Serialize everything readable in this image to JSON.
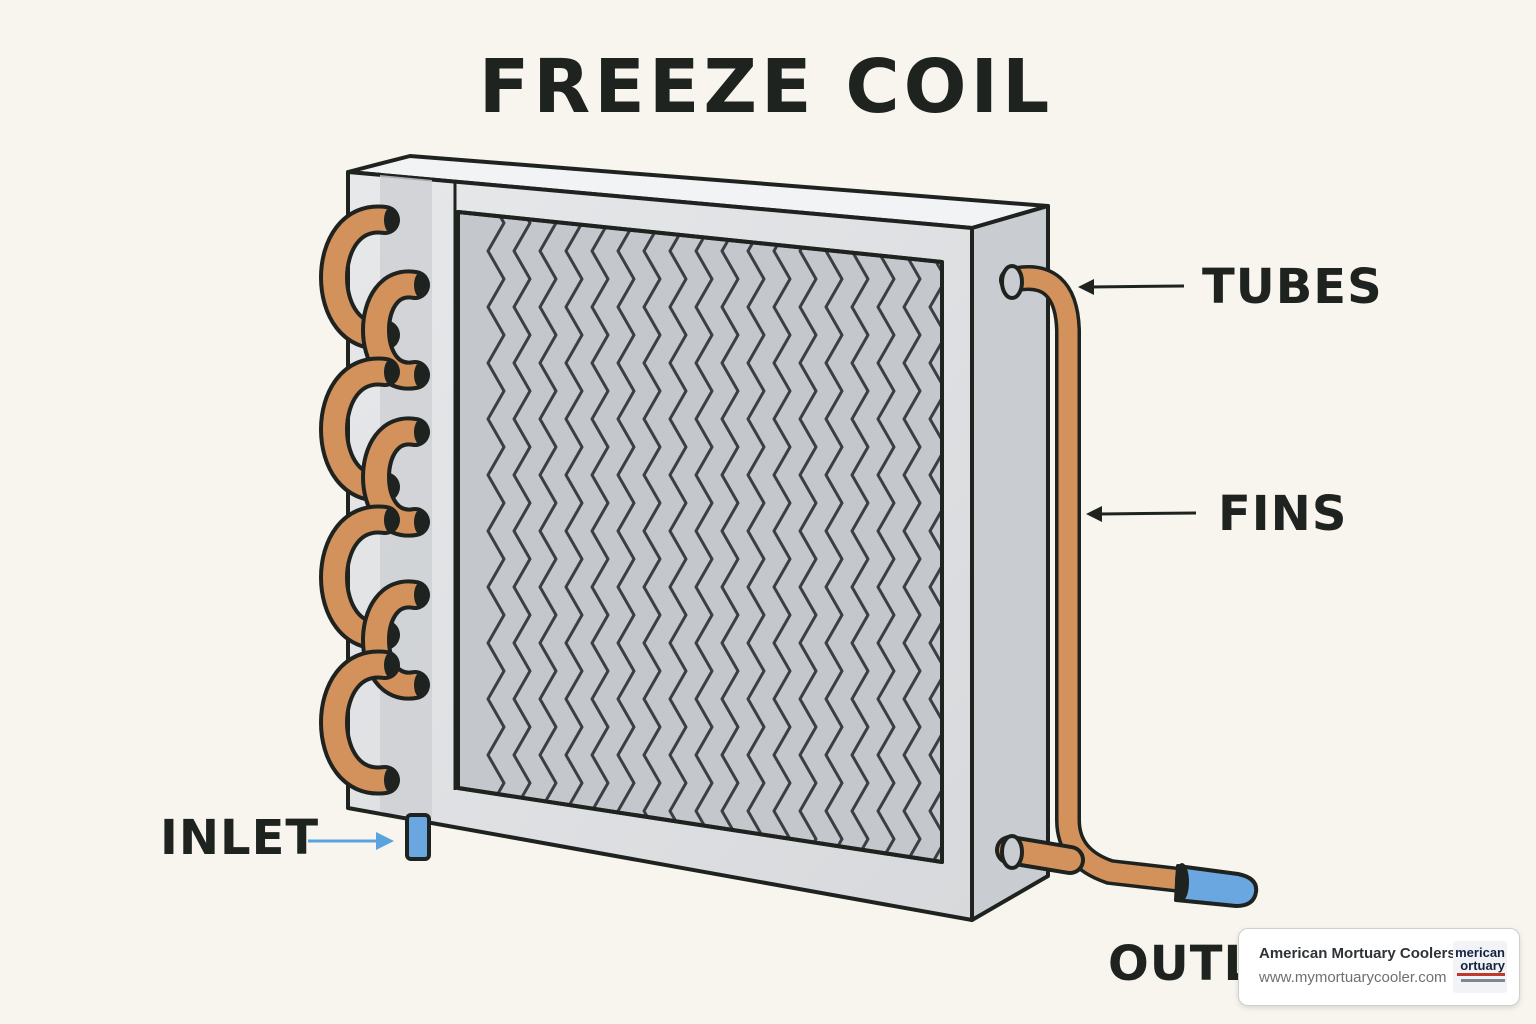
{
  "title": "FREEZE COIL",
  "labels": {
    "tubes": "TUBES",
    "fins": "FINS",
    "inlet": "INLET",
    "outlet": "OUTL"
  },
  "badge": {
    "name": "American Mortuary Coolers",
    "url": "www.mymortuarycooler.com",
    "logo_text_1": "merican",
    "logo_text_2": "ortuary"
  },
  "colors": {
    "background": "#f8f4ee",
    "frame": "#e1e3e5",
    "fins": "#bfc2c6",
    "copper": "#d3925c",
    "outline": "#1f2320",
    "inlet_arrow": "#5aa3de",
    "outlet_cap": "#6aa7e0"
  },
  "icons": {
    "tubes_arrow": "arrow-left-icon",
    "fins_arrow": "arrow-left-icon",
    "inlet_arrow": "arrow-right-icon",
    "logo": "american-mortuary-coolers-logo"
  }
}
